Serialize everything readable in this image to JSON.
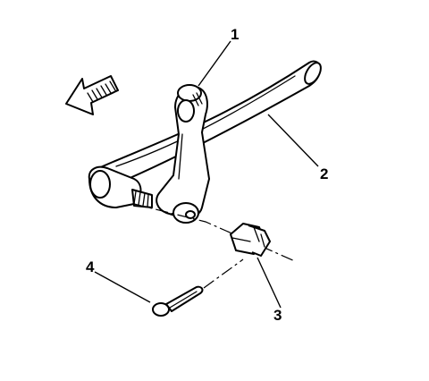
{
  "callouts": [
    {
      "id": "1",
      "label": "1"
    },
    {
      "id": "2",
      "label": "2"
    },
    {
      "id": "3",
      "label": "3"
    },
    {
      "id": "4",
      "label": "4"
    }
  ],
  "icons": {
    "direction_arrow": "forward-arrow-icon"
  },
  "colors": {
    "ink": "#000000",
    "background": "#ffffff"
  }
}
